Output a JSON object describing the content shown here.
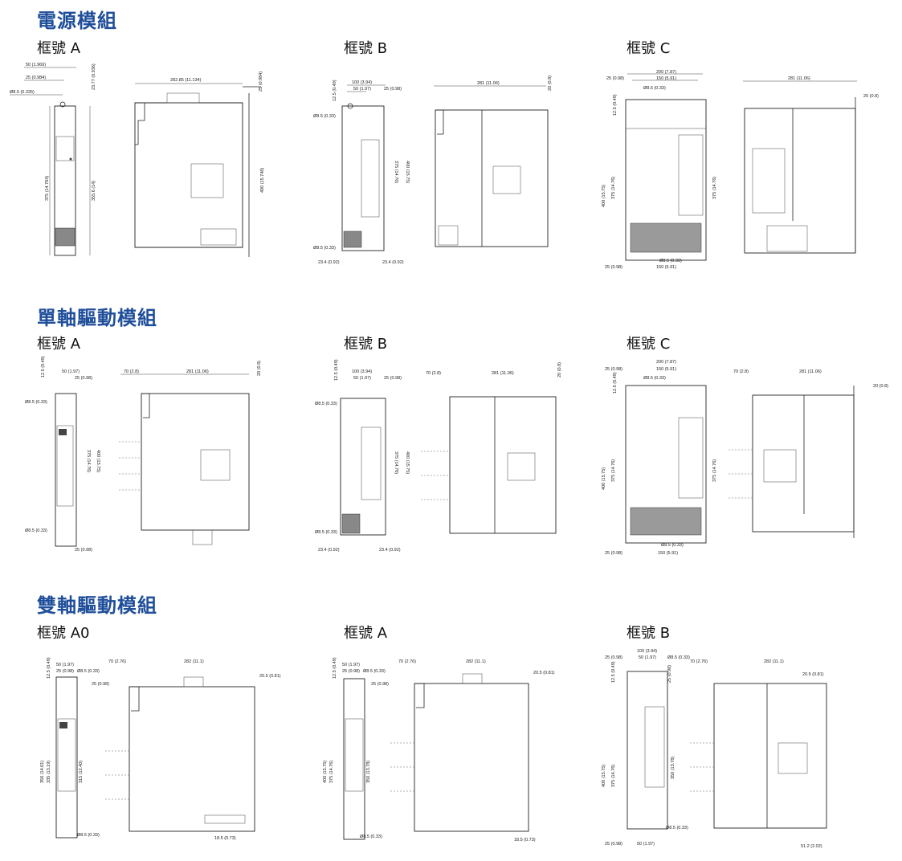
{
  "sections": [
    {
      "title": "電源模組",
      "frames": [
        {
          "label": "框號 A",
          "dims": [
            "50 (1.969)",
            "25 (0.984)",
            "Ø8.5 (0.335)",
            "23.77 (0.936)",
            "375 (14.764)",
            "355.6 (14)",
            "282.85 (11.134)",
            "25 (0.984)",
            "400 (15.748)"
          ]
        },
        {
          "label": "框號 B",
          "dims": [
            "100 (3.94)",
            "50 (1.97)",
            "25 (0.98)",
            "12.5 (0.49)",
            "Ø8.5 (0.33)",
            "400 (15.75)",
            "375 (14.76)",
            "Ø8.5 (0.33)",
            "23.4 (0.92)",
            "23.4 (0.92)",
            "281 (11.06)",
            "20 (0.8)"
          ]
        },
        {
          "label": "框號 C",
          "dims": [
            "200 (7.87)",
            "150 (5.91)",
            "25 (0.98)",
            "Ø8.5 (0.33)",
            "12.5 (0.49)",
            "400 (15.75)",
            "375 (14.76)",
            "375 (14.76)",
            "Ø8.5 (0.33)",
            "150 (5.91)",
            "25 (0.98)",
            "281 (11.06)",
            "20 (0.8)"
          ]
        }
      ]
    },
    {
      "title": "單軸驅動模組",
      "frames": [
        {
          "label": "框號 A",
          "dims": [
            "50 (1.97)",
            "25 (0.98)",
            "12.5 (0.49)",
            "Ø8.5 (0.33)",
            "375 (14.76)",
            "400 (15.75)",
            "Ø8.5 (0.33)",
            "25 (0.98)",
            "70 (2.8)",
            "281 (11.06)",
            "20 (0.8)"
          ]
        },
        {
          "label": "框號 B",
          "dims": [
            "100 (3.94)",
            "50 (1.97)",
            "25 (0.98)",
            "12.5 (0.49)",
            "Ø8.5 (0.33)",
            "375 (14.76)",
            "400 (15.75)",
            "Ø8.5 (0.33)",
            "23.4 (0.92)",
            "23.4 (0.92)",
            "70 (2.8)",
            "281 (11.06)",
            "20 (0.8)"
          ]
        },
        {
          "label": "框號 C",
          "dims": [
            "200 (7.87)",
            "150 (5.91)",
            "25 (0.98)",
            "Ø8.5 (0.33)",
            "12.5 (0.49)",
            "400 (15.75)",
            "375 (14.76)",
            "375 (14.76)",
            "Ø8.5 (0.33)",
            "150 (5.91)",
            "25 (0.98)",
            "70 (2.8)",
            "281 (11.06)",
            "20 (0.8)"
          ]
        }
      ]
    },
    {
      "title": "雙軸驅動模組",
      "frames": [
        {
          "label": "框號 A0",
          "dims": [
            "50 (1.97)",
            "25 (0.98)",
            "Ø8.5 (0.33)",
            "12.5 (0.49)",
            "25 (0.98)",
            "356 (14.01)",
            "335 (13.19)",
            "315 (12.40)",
            "Ø8.5 (0.33)",
            "70 (2.76)",
            "282 (11.1)",
            "20.5 (0.81)",
            "18.5 (0.73)"
          ]
        },
        {
          "label": "框號 A",
          "dims": [
            "50 (1.97)",
            "25 (0.98)",
            "Ø8.5 (0.33)",
            "12.5 (0.49)",
            "25 (0.98)",
            "400 (15.75)",
            "375 (14.76)",
            "350 (13.78)",
            "Ø8.5 (0.33)",
            "70 (2.76)",
            "282 (11.1)",
            "20.5 (0.81)",
            "18.5 (0.73)"
          ]
        },
        {
          "label": "框號 B",
          "dims": [
            "100 (3.94)",
            "50 (1.97)",
            "25 (0.98)",
            "Ø8.5 (0.33)",
            "12.5 (0.49)",
            "25 (0.98)",
            "400 (15.75)",
            "375 (14.76)",
            "350 (13.78)",
            "Ø8.5 (0.33)",
            "25 (0.98)",
            "50 (1.97)",
            "70 (2.76)",
            "282 (11.1)",
            "20.5 (0.81)",
            "51.2 (2.02)"
          ]
        }
      ]
    }
  ]
}
